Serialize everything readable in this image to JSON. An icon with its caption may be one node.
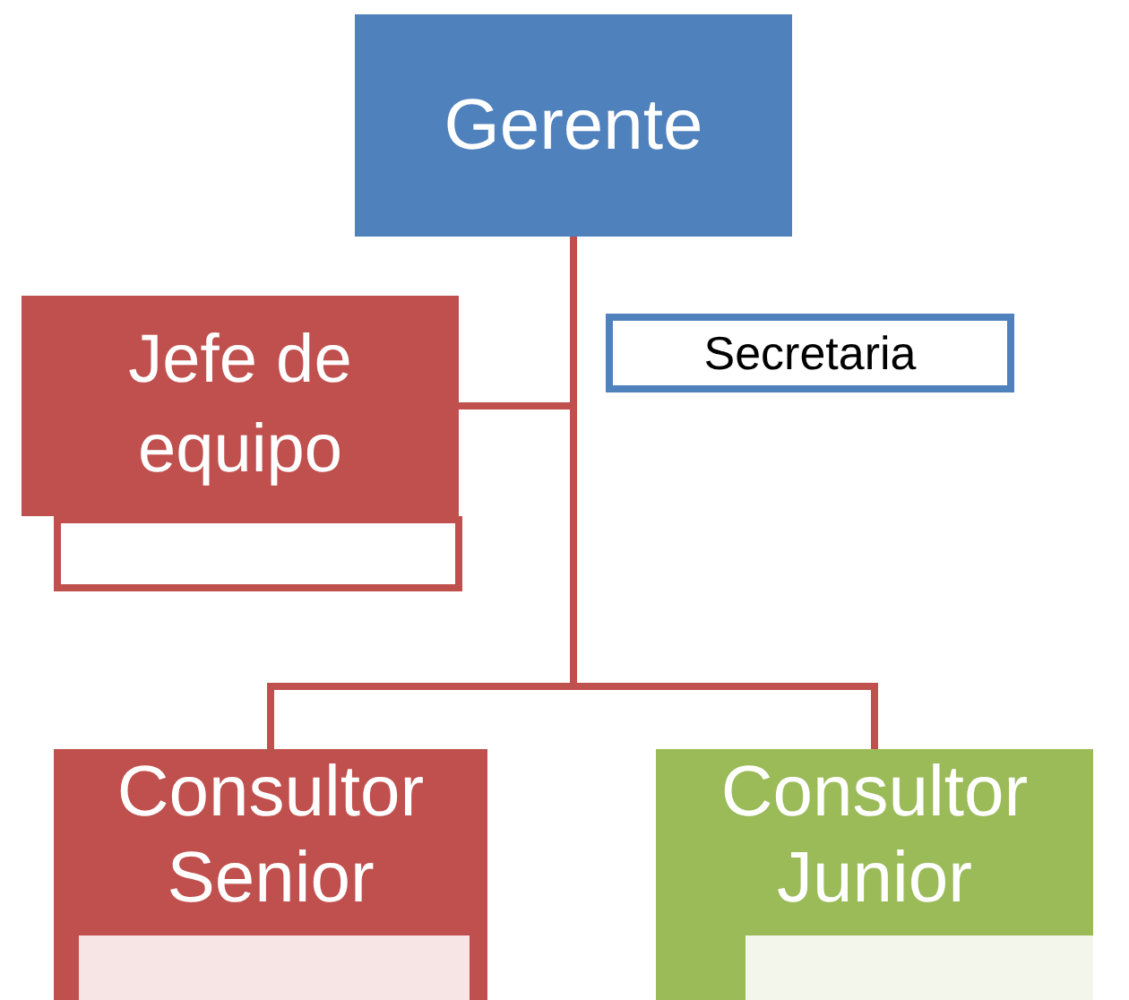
{
  "diagram": {
    "nodes": [
      {
        "text": [
          "Gerente"
        ]
      },
      {
        "text": [
          "Jefe de equipo"
        ]
      },
      {
        "text": [],
        "shape": "box"
      },
      {
        "text": [
          "Secretaria"
        ]
      },
      {
        "text": [
          "Consultor Senior"
        ]
      },
      {
        "text": [],
        "shape": "box",
        "in": 4
      },
      {
        "text": [
          "Consultor Junior"
        ]
      },
      {
        "text": [],
        "shape": "box",
        "in": 6
      }
    ],
    "edges": [
      {
        "from": 0,
        "to": 1,
        "arrow": "none"
      },
      {
        "from": 0,
        "to": 4,
        "arrow": "none"
      },
      {
        "from": 0,
        "to": 6,
        "arrow": "none"
      }
    ]
  }
}
